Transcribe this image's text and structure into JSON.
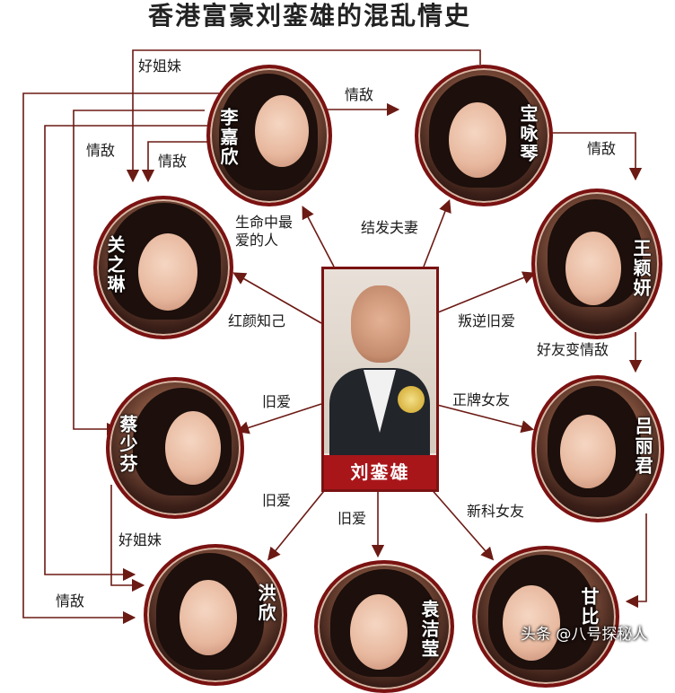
{
  "title": "香港富豪刘銮雄的混乱情史",
  "center": {
    "name": "刘銮雄"
  },
  "people": {
    "li_jiaxin": "李嘉欣",
    "bao_yongqin": "宝咏琴",
    "guan_zhilin": "关之琳",
    "wang_yingyan": "王颖妍",
    "cai_shaofen": "蔡少芬",
    "lv_lijun": "吕丽君",
    "hong_xin": "洪欣",
    "yuan_jieying": "袁洁莹",
    "gan_bi": "甘比"
  },
  "relations": {
    "center_li": "生命中最爱的人",
    "center_bao": "结发夫妻",
    "center_guan": "红颜知己",
    "center_wang": "叛逆旧爱",
    "center_cai": "旧爱",
    "center_lv": "正牌女友",
    "center_hong": "旧爱",
    "center_yuan": "旧爱",
    "center_gan": "新科女友",
    "li_bao": "情敌",
    "bao_wang": "情敌",
    "wang_lv": "好友变情敌",
    "top_goodsis": "好姐妹",
    "rival_left1": "情敌",
    "rival_left2": "情敌",
    "cai_hong": "好姐妹",
    "rival_bottom": "情敌"
  },
  "watermark": "头条 @八号探秘人",
  "colors": {
    "frame": "#7a1212",
    "arrow": "#6b1a14",
    "nameplate": "#a8161a"
  }
}
